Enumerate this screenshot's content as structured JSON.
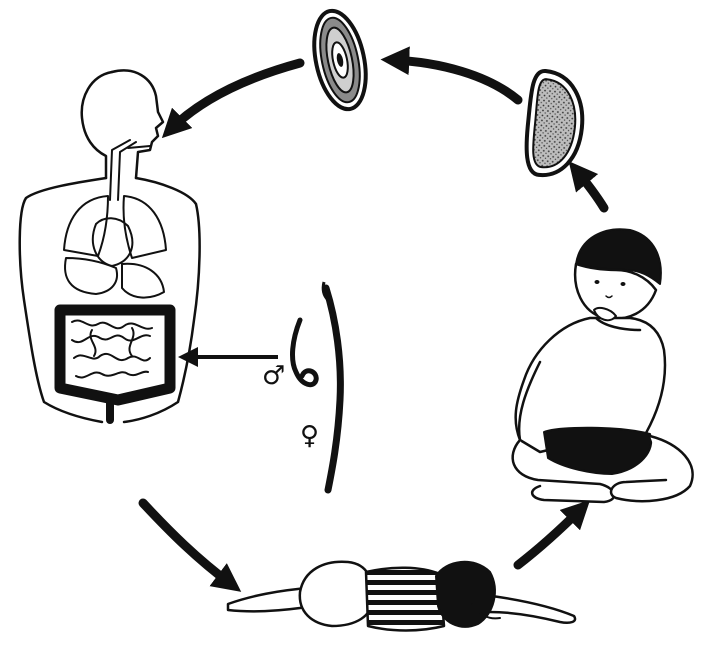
{
  "diagram": {
    "type": "life-cycle",
    "colors": {
      "ink": "#111111",
      "background": "#ffffff",
      "egg_fill": "#9a9a9a"
    },
    "stages": [
      {
        "id": "egg-developed",
        "icon": "larvated-egg"
      },
      {
        "id": "egg-early",
        "icon": "stippled-egg"
      },
      {
        "id": "child-hand-to-mouth",
        "icon": "sitting-child"
      },
      {
        "id": "child-sleeping",
        "icon": "sleeping-child"
      },
      {
        "id": "human-digestive-tract",
        "icon": "anatomy-torso"
      },
      {
        "id": "adult-worms",
        "icon": "worm-pair"
      }
    ],
    "symbols": {
      "male": "♂",
      "female": "♀"
    }
  }
}
